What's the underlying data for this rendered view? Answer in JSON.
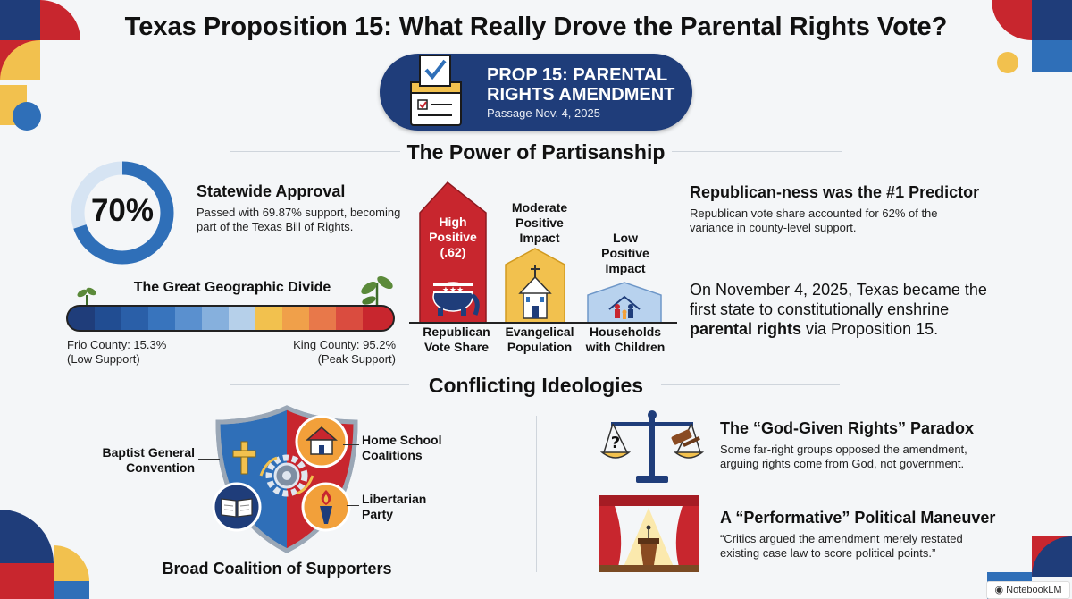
{
  "title": "Texas Proposition 15: What Really Drove the Parental Rights Vote?",
  "badge": {
    "line1": "PROP 15: PARENTAL",
    "line2": "RIGHTS AMENDMENT",
    "line3": "Passage Nov. 4, 2025"
  },
  "partisanship": {
    "heading": "The Power of Partisanship",
    "donut_value": "70%",
    "donut_fraction": 0.6987,
    "approval_title": "Statewide Approval",
    "approval_desc_1": "Passed with 69.87% support, becoming",
    "approval_desc_2": "part of the Texas Bill of Rights.",
    "divide_title": "The Great Geographic Divide",
    "low_county": "Frio County: 15.3%",
    "low_note": "(Low Support)",
    "high_county": "King County: 95.2%",
    "high_note": "(Peak Support)",
    "bars": [
      {
        "impact_1": "High",
        "impact_2": "Positive",
        "impact_3": "(.62)",
        "label_1": "Republican",
        "label_2": "Vote Share",
        "color": "#c8262e"
      },
      {
        "impact_1": "Moderate",
        "impact_2": "Positive",
        "impact_3": "Impact",
        "label_1": "Evangelical",
        "label_2": "Population",
        "color": "#f2c14e"
      },
      {
        "impact_1": "Low",
        "impact_2": "Positive",
        "impact_3": "Impact",
        "label_1": "Households",
        "label_2": "with Children",
        "color": "#9dbfe0"
      }
    ],
    "predictor_title": "Republican-ness was the #1 Predictor",
    "predictor_desc_1": "Republican vote share accounted for 62% of the",
    "predictor_desc_2": "variance in county-level support.",
    "fact_1": "On November 4, 2025, Texas became the",
    "fact_2": "first state to constitutionally enshrine",
    "fact_3_bold": "parental rights",
    "fact_3_rest": " via Proposition 15."
  },
  "ideologies": {
    "heading": "Conflicting Ideologies",
    "supporters": [
      "Baptist General",
      "Convention",
      "Home School",
      "Coalitions",
      "Libertarian",
      "Party"
    ],
    "coalition_title": "Broad Coalition of Supporters",
    "paradox_title": "The “God-Given Rights” Paradox",
    "paradox_desc_1": "Some far-right groups opposed the amendment,",
    "paradox_desc_2": "arguing rights come from God, not government.",
    "maneuver_title": "A “Performative” Political Maneuver",
    "maneuver_desc_1": "“Critics argued the amendment merely restated",
    "maneuver_desc_2": "existing case law to score political points.”"
  },
  "watermark": "NotebookLM",
  "colors": {
    "navy": "#1f3d7a",
    "red": "#c8262e",
    "gold": "#f2c14e",
    "blue": "#2f6fb8"
  }
}
